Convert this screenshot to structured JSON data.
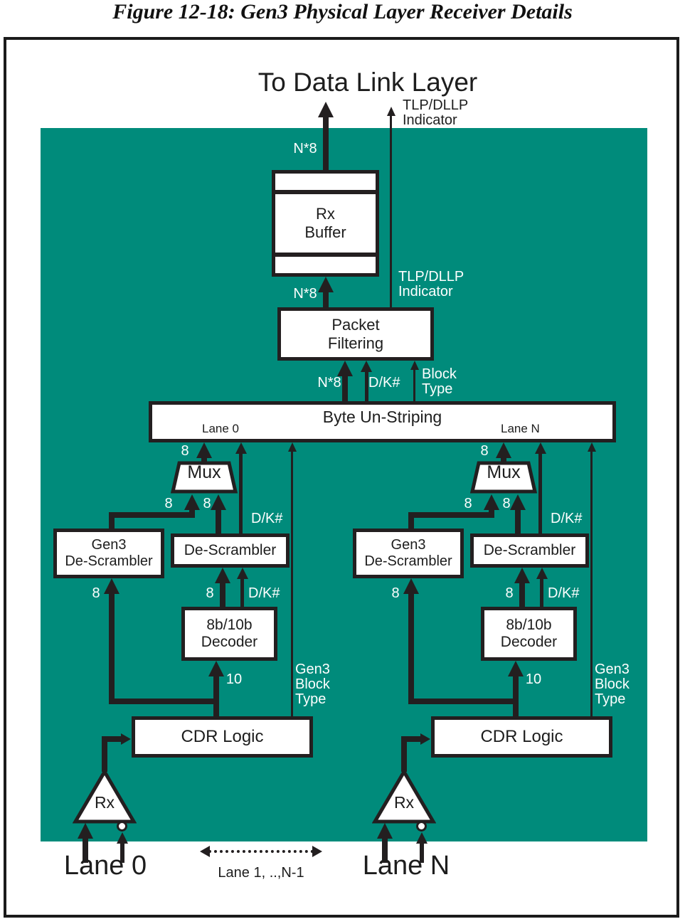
{
  "figure": {
    "title": "Figure 12-18: Gen3 Physical Layer Receiver Details"
  },
  "top": {
    "to_data_link_layer": "To Data Link Layer",
    "tlp_dllp": "TLP/DLLP",
    "indicator": "Indicator"
  },
  "labels": {
    "n8": "N*8",
    "dk": "D/K#",
    "eight": "8",
    "ten": "10",
    "block": "Block",
    "type": "Type",
    "gen3": "Gen3",
    "tlp_dllp": "TLP/DLLP",
    "indicator": "Indicator"
  },
  "blocks": {
    "rx_buffer": {
      "line1": "Rx",
      "line2": "Buffer"
    },
    "packet_filtering": {
      "line1": "Packet",
      "line2": "Filtering"
    },
    "byte_unstriping": {
      "title": "Byte Un-Striping",
      "lane0": "Lane 0",
      "laneN": "Lane N"
    },
    "mux": "Mux",
    "gen3_descrambler": {
      "line1": "Gen3",
      "line2": "De-Scrambler"
    },
    "descrambler": "De-Scrambler",
    "decoder_8b10b": {
      "line1": "8b/10b",
      "line2": "Decoder"
    },
    "cdr_logic": "CDR Logic",
    "rx_amp": "Rx"
  },
  "bottom": {
    "lane0": "Lane 0",
    "laneN": "Lane N",
    "lane_range": "Lane 1, ..,N-1"
  },
  "colors": {
    "panel_teal": "#008B7B",
    "line_black": "#231F20",
    "box_white": "#FFFFFF"
  }
}
